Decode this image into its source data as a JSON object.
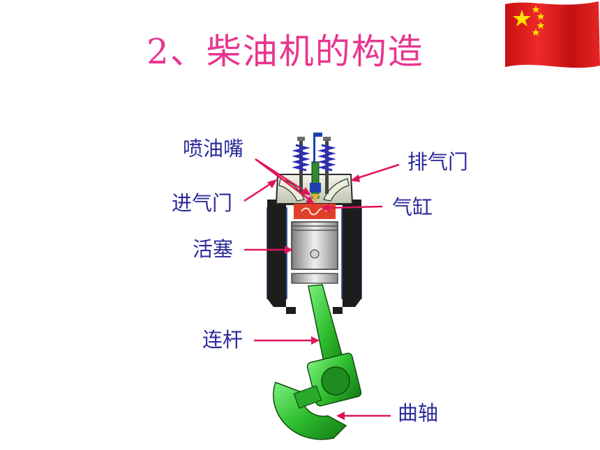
{
  "slide": {
    "title": "2、柴油机的构造"
  },
  "labels": {
    "injector": "喷油嘴",
    "exhaust_valve": "排气门",
    "intake_valve": "进气门",
    "cylinder": "气缸",
    "piston": "活塞",
    "connecting_rod": "连杆",
    "crankshaft": "曲轴"
  },
  "colors": {
    "title": "#e8368f",
    "label": "#2b2b9a",
    "arrow": "#e0145a",
    "cylinder_wall": "#3b7fe0",
    "combustion_chamber": "#e0402a",
    "rod": "#2dbd2d",
    "flag_red": "#de1f1f",
    "flag_star": "#ffe100"
  },
  "icons": {
    "flag": "china-flag-icon"
  }
}
